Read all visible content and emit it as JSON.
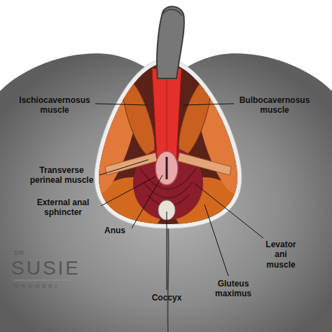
{
  "diagram": {
    "labels": [
      "Ischiocavernosus muscle",
      "Bulbocavernosus muscle",
      "Transverse perineal muscle",
      "External anal sphincter",
      "Anus",
      "Levator ani muscle",
      "Coccyx",
      "Gluteus maximus",
      "DR",
      "SUSIE",
      "GRONSKI"
    ]
  }
}
